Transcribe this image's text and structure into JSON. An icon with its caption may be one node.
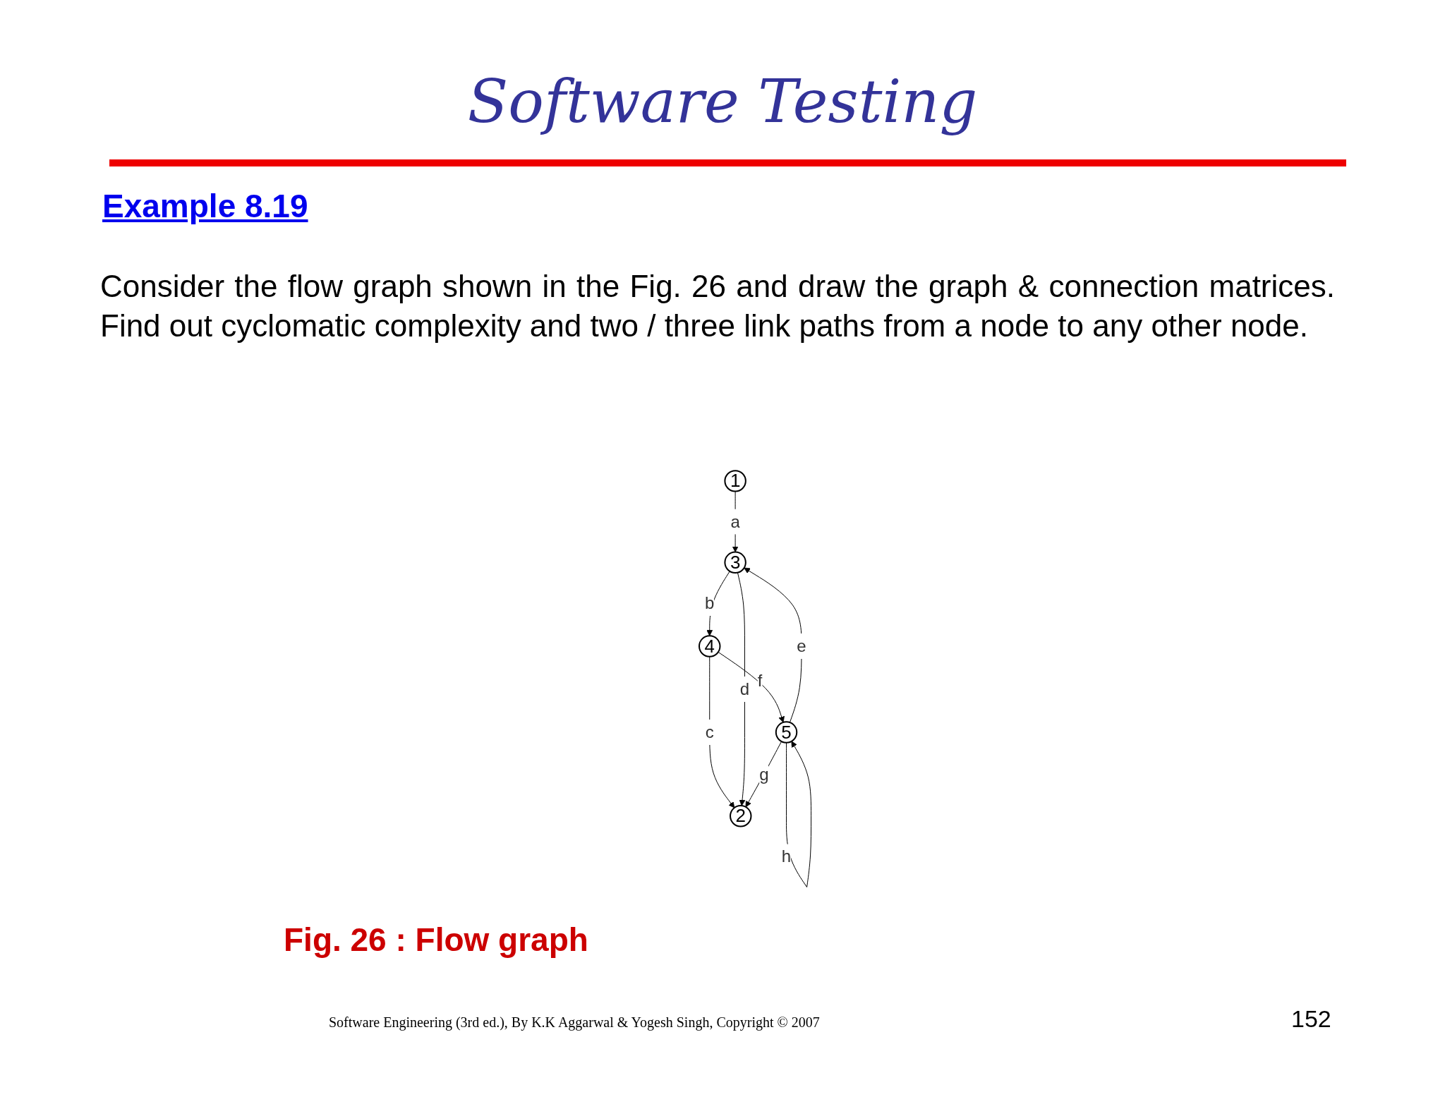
{
  "diagram": {
    "title": "Software Testing",
    "caption": "Fig. 26 : Flow graph",
    "nodes": [
      {
        "text": [
          "1"
        ]
      },
      {
        "text": [
          "3"
        ]
      },
      {
        "text": [
          "5"
        ]
      },
      {
        "text": [
          "4"
        ]
      },
      {
        "text": [
          "2"
        ]
      }
    ],
    "edges": [
      {
        "from": 0,
        "to": 1,
        "arrow": "to",
        "label": "a"
      },
      {
        "from": 1,
        "to": 3,
        "arrow": "to",
        "label": "b"
      },
      {
        "from": 3,
        "to": 4,
        "arrow": "to",
        "label": "c"
      },
      {
        "from": 1,
        "to": 4,
        "arrow": "to",
        "label": "d"
      },
      {
        "from": 2,
        "to": 1,
        "arrow": "to",
        "label": "e"
      },
      {
        "from": 3,
        "to": 2,
        "arrow": "to",
        "label": "f"
      },
      {
        "from": 2,
        "to": 4,
        "arrow": "to",
        "label": "g"
      },
      {
        "from": 2,
        "to": 2,
        "arrow": "to",
        "label": "h"
      }
    ],
    "labels": [
      "Example 8.19",
      "Consider the flow graph shown in the Fig. 26 and draw the graph & connection matrices. Find out cyclomatic complexity and two / three link paths from a node to any other node.",
      "Software Engineering (3rd ed.), By K.K Aggarwal & Yogesh Singh, Copyright © 2007",
      "152"
    ]
  }
}
